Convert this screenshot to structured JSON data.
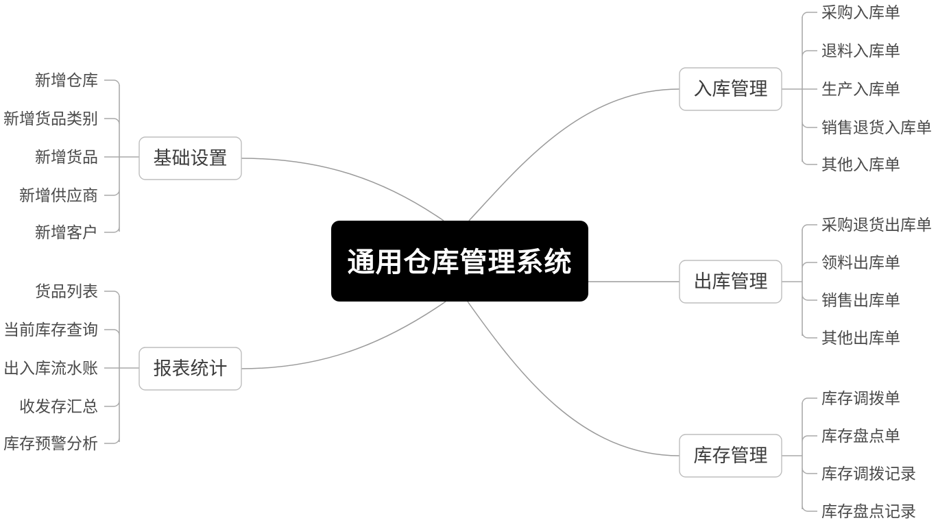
{
  "diagram": {
    "type": "mindmap",
    "title": "通用仓库管理系统",
    "root": {
      "label": "通用仓库管理系统",
      "bg_color": "#000000",
      "text_color": "#ffffff"
    },
    "style": {
      "connector_color": "#a8a8a8",
      "node_border_color": "#bdbdbd",
      "node_fill_color": "#ffffff",
      "branch_text_color": "#3c3c3c",
      "leaf_text_color": "#4a4a4a",
      "canvas_bg": "#ffffff"
    },
    "branches": [
      {
        "id": "basic-settings",
        "label": "基础设置",
        "side": "left",
        "children": [
          {
            "label": "新增仓库"
          },
          {
            "label": "新增货品类别"
          },
          {
            "label": "新增货品"
          },
          {
            "label": "新增供应商"
          },
          {
            "label": "新增客户"
          }
        ]
      },
      {
        "id": "report-statistics",
        "label": "报表统计",
        "side": "left",
        "children": [
          {
            "label": "货品列表"
          },
          {
            "label": "当前库存查询"
          },
          {
            "label": "出入库流水账"
          },
          {
            "label": "收发存汇总"
          },
          {
            "label": "库存预警分析"
          }
        ]
      },
      {
        "id": "inbound-management",
        "label": "入库管理",
        "side": "right",
        "children": [
          {
            "label": "采购入库单"
          },
          {
            "label": "退料入库单"
          },
          {
            "label": "生产入库单"
          },
          {
            "label": "销售退货入库单"
          },
          {
            "label": "其他入库单"
          }
        ]
      },
      {
        "id": "outbound-management",
        "label": "出库管理",
        "side": "right",
        "children": [
          {
            "label": "采购退货出库单"
          },
          {
            "label": "领料出库单"
          },
          {
            "label": "销售出库单"
          },
          {
            "label": "其他出库单"
          }
        ]
      },
      {
        "id": "inventory-management",
        "label": "库存管理",
        "side": "right",
        "children": [
          {
            "label": "库存调拨单"
          },
          {
            "label": "库存盘点单"
          },
          {
            "label": "库存调拨记录"
          },
          {
            "label": "库存盘点记录"
          }
        ]
      }
    ]
  }
}
